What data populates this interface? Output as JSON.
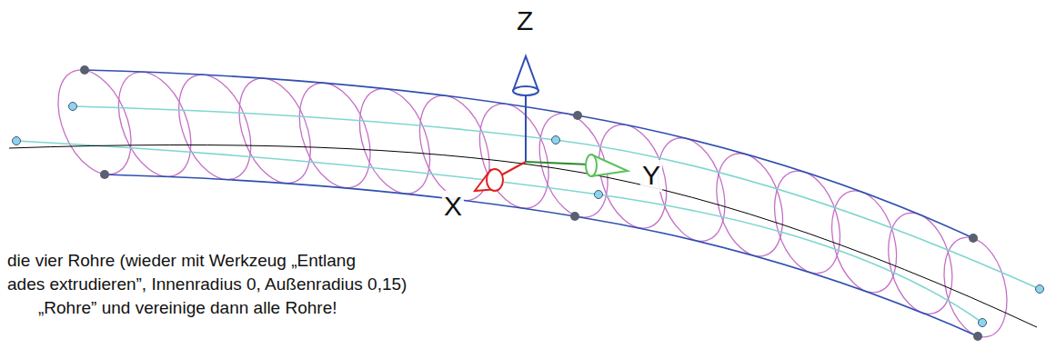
{
  "diagram": {
    "labels": [
      "Z",
      "Y",
      "X",
      "die vier Rohre (wieder mit Werkzeug „Entlang",
      "ades extrudieren”, Innenradius 0, Außenradius 0,15)",
      "„Rohre” und vereinige dann alle Rohre!"
    ]
  }
}
